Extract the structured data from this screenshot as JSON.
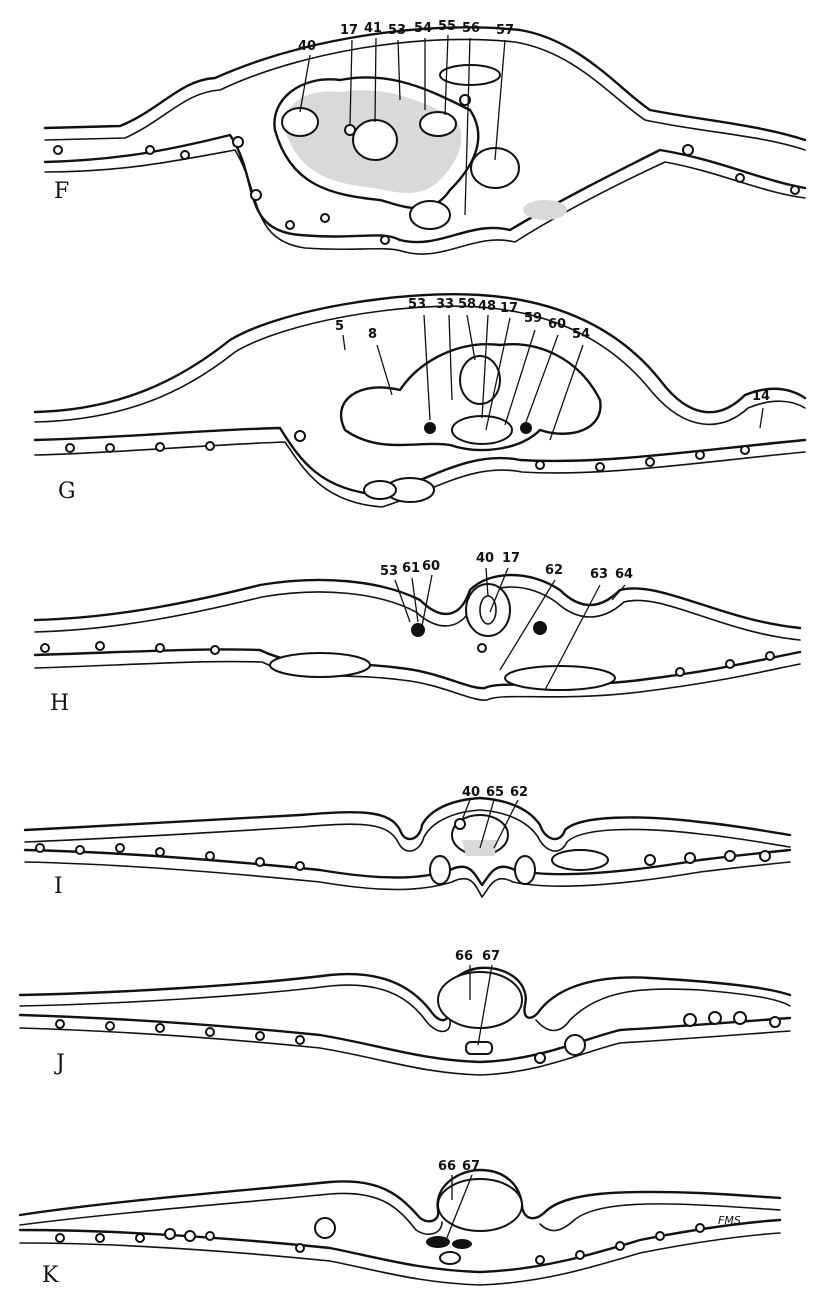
{
  "panels": {
    "F": {
      "letter": "F",
      "labels": [
        "40",
        "17",
        "41",
        "53",
        "54",
        "55",
        "56",
        "57"
      ]
    },
    "G": {
      "letter": "G",
      "labels": [
        "5",
        "8",
        "53",
        "33",
        "58",
        "48",
        "17",
        "59",
        "60",
        "54",
        "14"
      ]
    },
    "H": {
      "letter": "H",
      "labels": [
        "53",
        "61",
        "60",
        "40",
        "17",
        "62",
        "63",
        "64"
      ]
    },
    "I": {
      "letter": "I",
      "labels": [
        "40",
        "65",
        "62"
      ]
    },
    "J": {
      "letter": "J",
      "labels": [
        "66",
        "67"
      ]
    },
    "K": {
      "letter": "K",
      "labels": [
        "66",
        "67"
      ]
    }
  },
  "signature": "FMS"
}
